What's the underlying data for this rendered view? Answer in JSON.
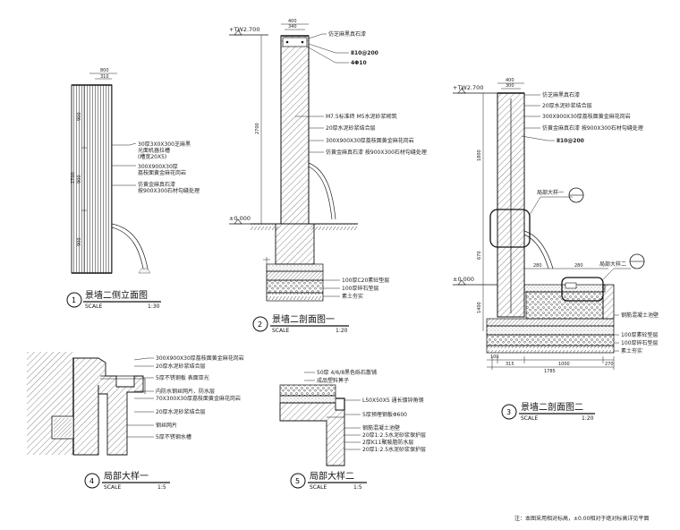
{
  "drawings": {
    "d1": {
      "number": "1",
      "title": "景墙二侧立面图",
      "scale_label": "SCALE",
      "scale": "1:30",
      "dims_top": [
        "800",
        "310"
      ],
      "dims_side": [
        "900",
        "2700",
        "900",
        "900"
      ],
      "notes": [
        "30厚3X0X300芝麻黑",
        "光面机器拉槽",
        "(槽宽20X5)",
        "300X900X30厚",
        "荔枝面黄金麻花岗岩",
        "仿黄金麻真石漆",
        "按900X300石材勾缝处理"
      ]
    },
    "d2": {
      "number": "2",
      "title": "景墙二剖面图一",
      "scale_label": "SCALE",
      "scale": "1:20",
      "level_top": "+TW2.700",
      "level_zero": "±0.000",
      "dims_top": [
        "400",
        "340"
      ],
      "dim_side": "2700",
      "notes_top": [
        "仿芝麻黑真石漆",
        "Ⅱ10@200",
        "4Φ10"
      ],
      "notes_mid": [
        "M7.5标准砖 M5水泥砂浆砌筑",
        "20厚水泥砂浆结合层",
        "300X900X30厚荔枝面黄金麻花岗岩",
        "仿黄金麻真石漆 按900X300石材勾缝处理"
      ],
      "notes_base": [
        "100厚C20素砼垫层",
        "100厚碎石垫层",
        "素土夯实"
      ]
    },
    "d3": {
      "number": "3",
      "title": "景墙二剖面图二",
      "scale_label": "SCALE",
      "scale": "1:20",
      "level_top": "+TW2.700",
      "level_zero": "±0.000",
      "dims_top": [
        "400",
        "300"
      ],
      "dims_side": [
        "1800",
        "670",
        "1400"
      ],
      "dims_bottom": [
        "100",
        "315",
        "1000",
        "270",
        "1785"
      ],
      "dims_inner": [
        "280",
        "280"
      ],
      "notes_top": [
        "仿芝麻黑真石漆",
        "20厚水泥砂浆结合层",
        "300X900X30厚荔枝面黄金麻花岗岩",
        "仿黄金麻真石漆 按900X300石材勾缝处理",
        "Ⅱ10@200"
      ],
      "detail1": "局部大样一",
      "detail2": "局部大样二",
      "notes_base": [
        "钢筋混凝土池壁",
        "100厚素砼垫层",
        "100厚碎石垫层",
        "素土夯实"
      ]
    },
    "d4": {
      "number": "4",
      "title": "局部大样一",
      "scale_label": "SCALE",
      "scale": "1:5",
      "notes": [
        "300X900X30厚荔枝面黄金麻花岗岩",
        "20厚水泥砂浆结合层",
        "5厚不锈钢板 表面亚光",
        "内防水钢丝网片、防水层",
        "70X300X30厚荔枝面黄金麻花岗岩",
        "20厚水泥砂浆结合层",
        "钢丝网片",
        "5厚不锈钢水槽"
      ]
    },
    "d5": {
      "number": "5",
      "title": "局部大样二",
      "scale_label": "SCALE",
      "scale": "1:5",
      "notes": [
        "50厚 4/6/8黑色砾石散铺",
        "成品塑料箅子",
        "L50X50X5 通长镀锌角钢",
        "5厚预埋钢板Φ600",
        "钢筋混凝土池壁",
        "20厚1:2.5水泥砂浆保护层",
        "2厚K11聚胺脂防水层",
        "20厚1:2.5水泥砂浆保护层"
      ]
    }
  },
  "footnote": "注：本图采用相对标高，±0.00相对于绝对标高详见平面"
}
